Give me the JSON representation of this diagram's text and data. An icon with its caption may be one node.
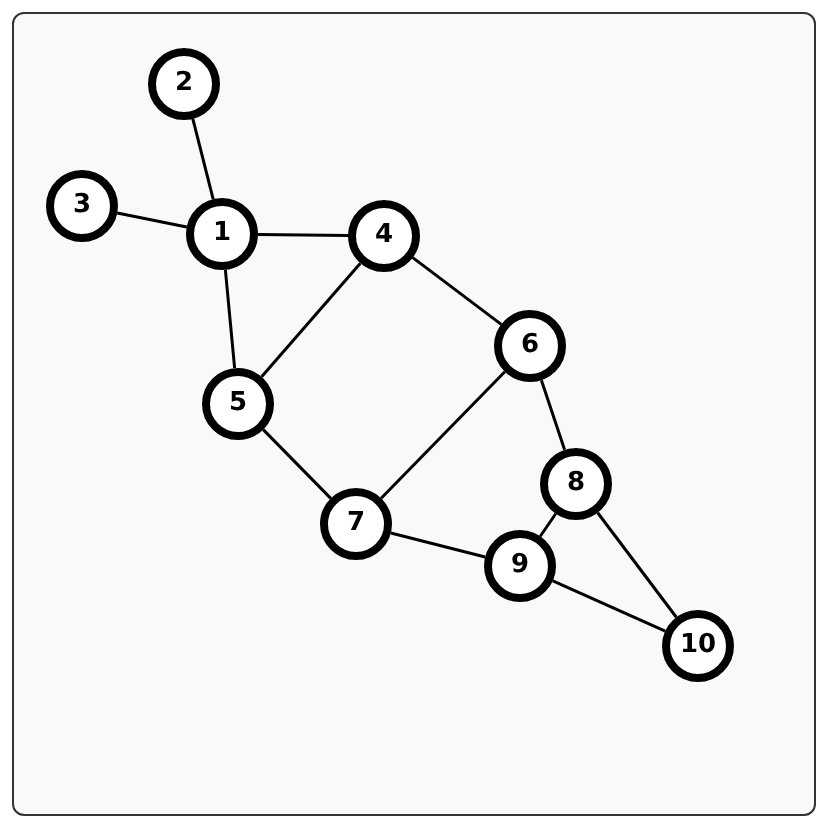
{
  "diagram": {
    "nodes": [
      {
        "text": [
          "1"
        ]
      },
      {
        "text": [
          "2"
        ]
      },
      {
        "text": [
          "3"
        ]
      },
      {
        "text": [
          "4"
        ]
      },
      {
        "text": [
          "5"
        ]
      },
      {
        "text": [
          "6"
        ]
      },
      {
        "text": [
          "7"
        ]
      },
      {
        "text": [
          "8"
        ]
      },
      {
        "text": [
          "9"
        ]
      },
      {
        "text": [
          "10"
        ]
      }
    ],
    "edges": [
      {
        "from": 0,
        "to": 1,
        "arrow": "none"
      },
      {
        "from": 0,
        "to": 2,
        "arrow": "none"
      },
      {
        "from": 0,
        "to": 3,
        "arrow": "none"
      },
      {
        "from": 0,
        "to": 4,
        "arrow": "none"
      },
      {
        "from": 3,
        "to": 4,
        "arrow": "none"
      },
      {
        "from": 3,
        "to": 5,
        "arrow": "none"
      },
      {
        "from": 4,
        "to": 6,
        "arrow": "none"
      },
      {
        "from": 5,
        "to": 6,
        "arrow": "none"
      },
      {
        "from": 5,
        "to": 7,
        "arrow": "none"
      },
      {
        "from": 6,
        "to": 8,
        "arrow": "none"
      },
      {
        "from": 7,
        "to": 8,
        "arrow": "none"
      },
      {
        "from": 7,
        "to": 9,
        "arrow": "none"
      },
      {
        "from": 8,
        "to": 9,
        "arrow": "none"
      }
    ]
  }
}
